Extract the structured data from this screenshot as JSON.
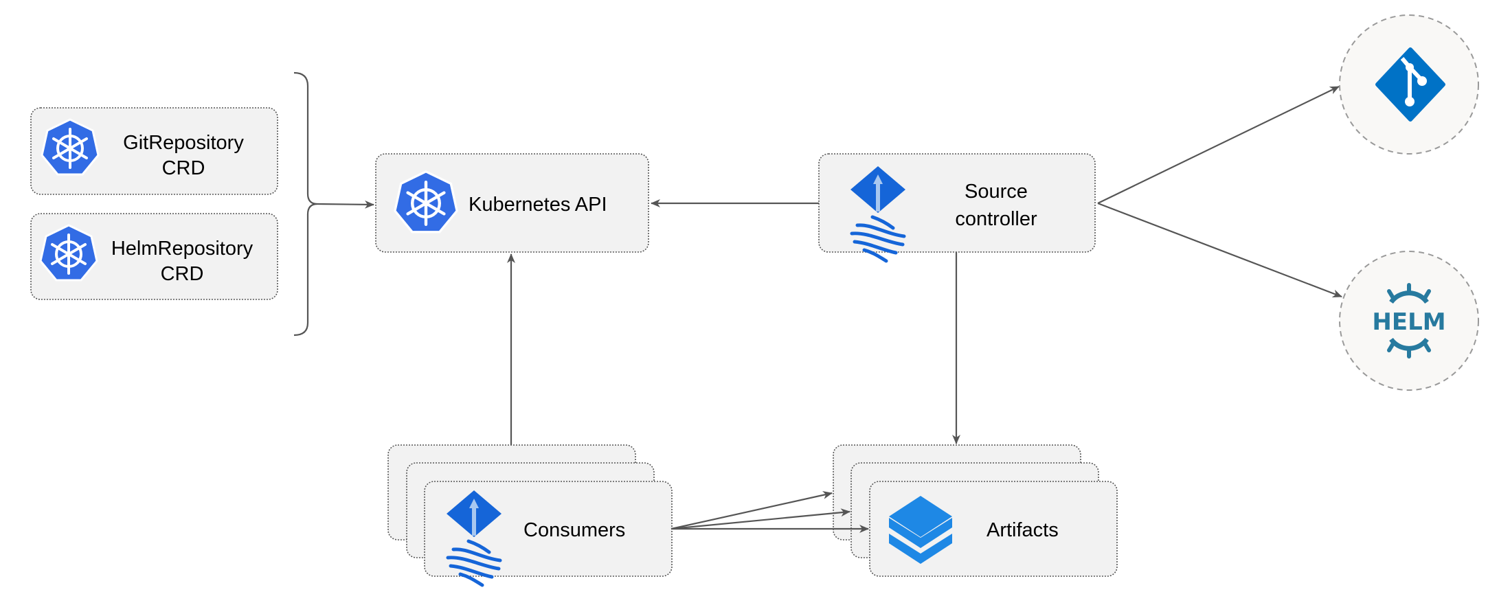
{
  "nodes": {
    "git_repository_crd": {
      "line1": "GitRepository",
      "line2": "CRD",
      "icon": "kubernetes-icon"
    },
    "helm_repository_crd": {
      "line1": "HelmRepository",
      "line2": "CRD",
      "icon": "kubernetes-icon"
    },
    "kubernetes_api": {
      "label": "Kubernetes API",
      "icon": "kubernetes-icon"
    },
    "source_controller": {
      "line1": "Source",
      "line2": "controller",
      "icon": "flux-icon"
    },
    "git": {
      "icon": "git-icon"
    },
    "helm": {
      "icon": "helm-icon",
      "logo_text": "HELM"
    },
    "consumers": {
      "label": "Consumers",
      "icon": "flux-icon"
    },
    "artifacts": {
      "label": "Artifacts",
      "icon": "layers-icon"
    }
  },
  "colors": {
    "kubernetes_blue": "#326ce5",
    "flux_blue": "#1565d8",
    "git_blue": "#0072c6",
    "helm_teal": "#277a9f",
    "layers_blue": "#1e88e5",
    "box_fill": "#f2f2f2",
    "edge": "#555555"
  }
}
